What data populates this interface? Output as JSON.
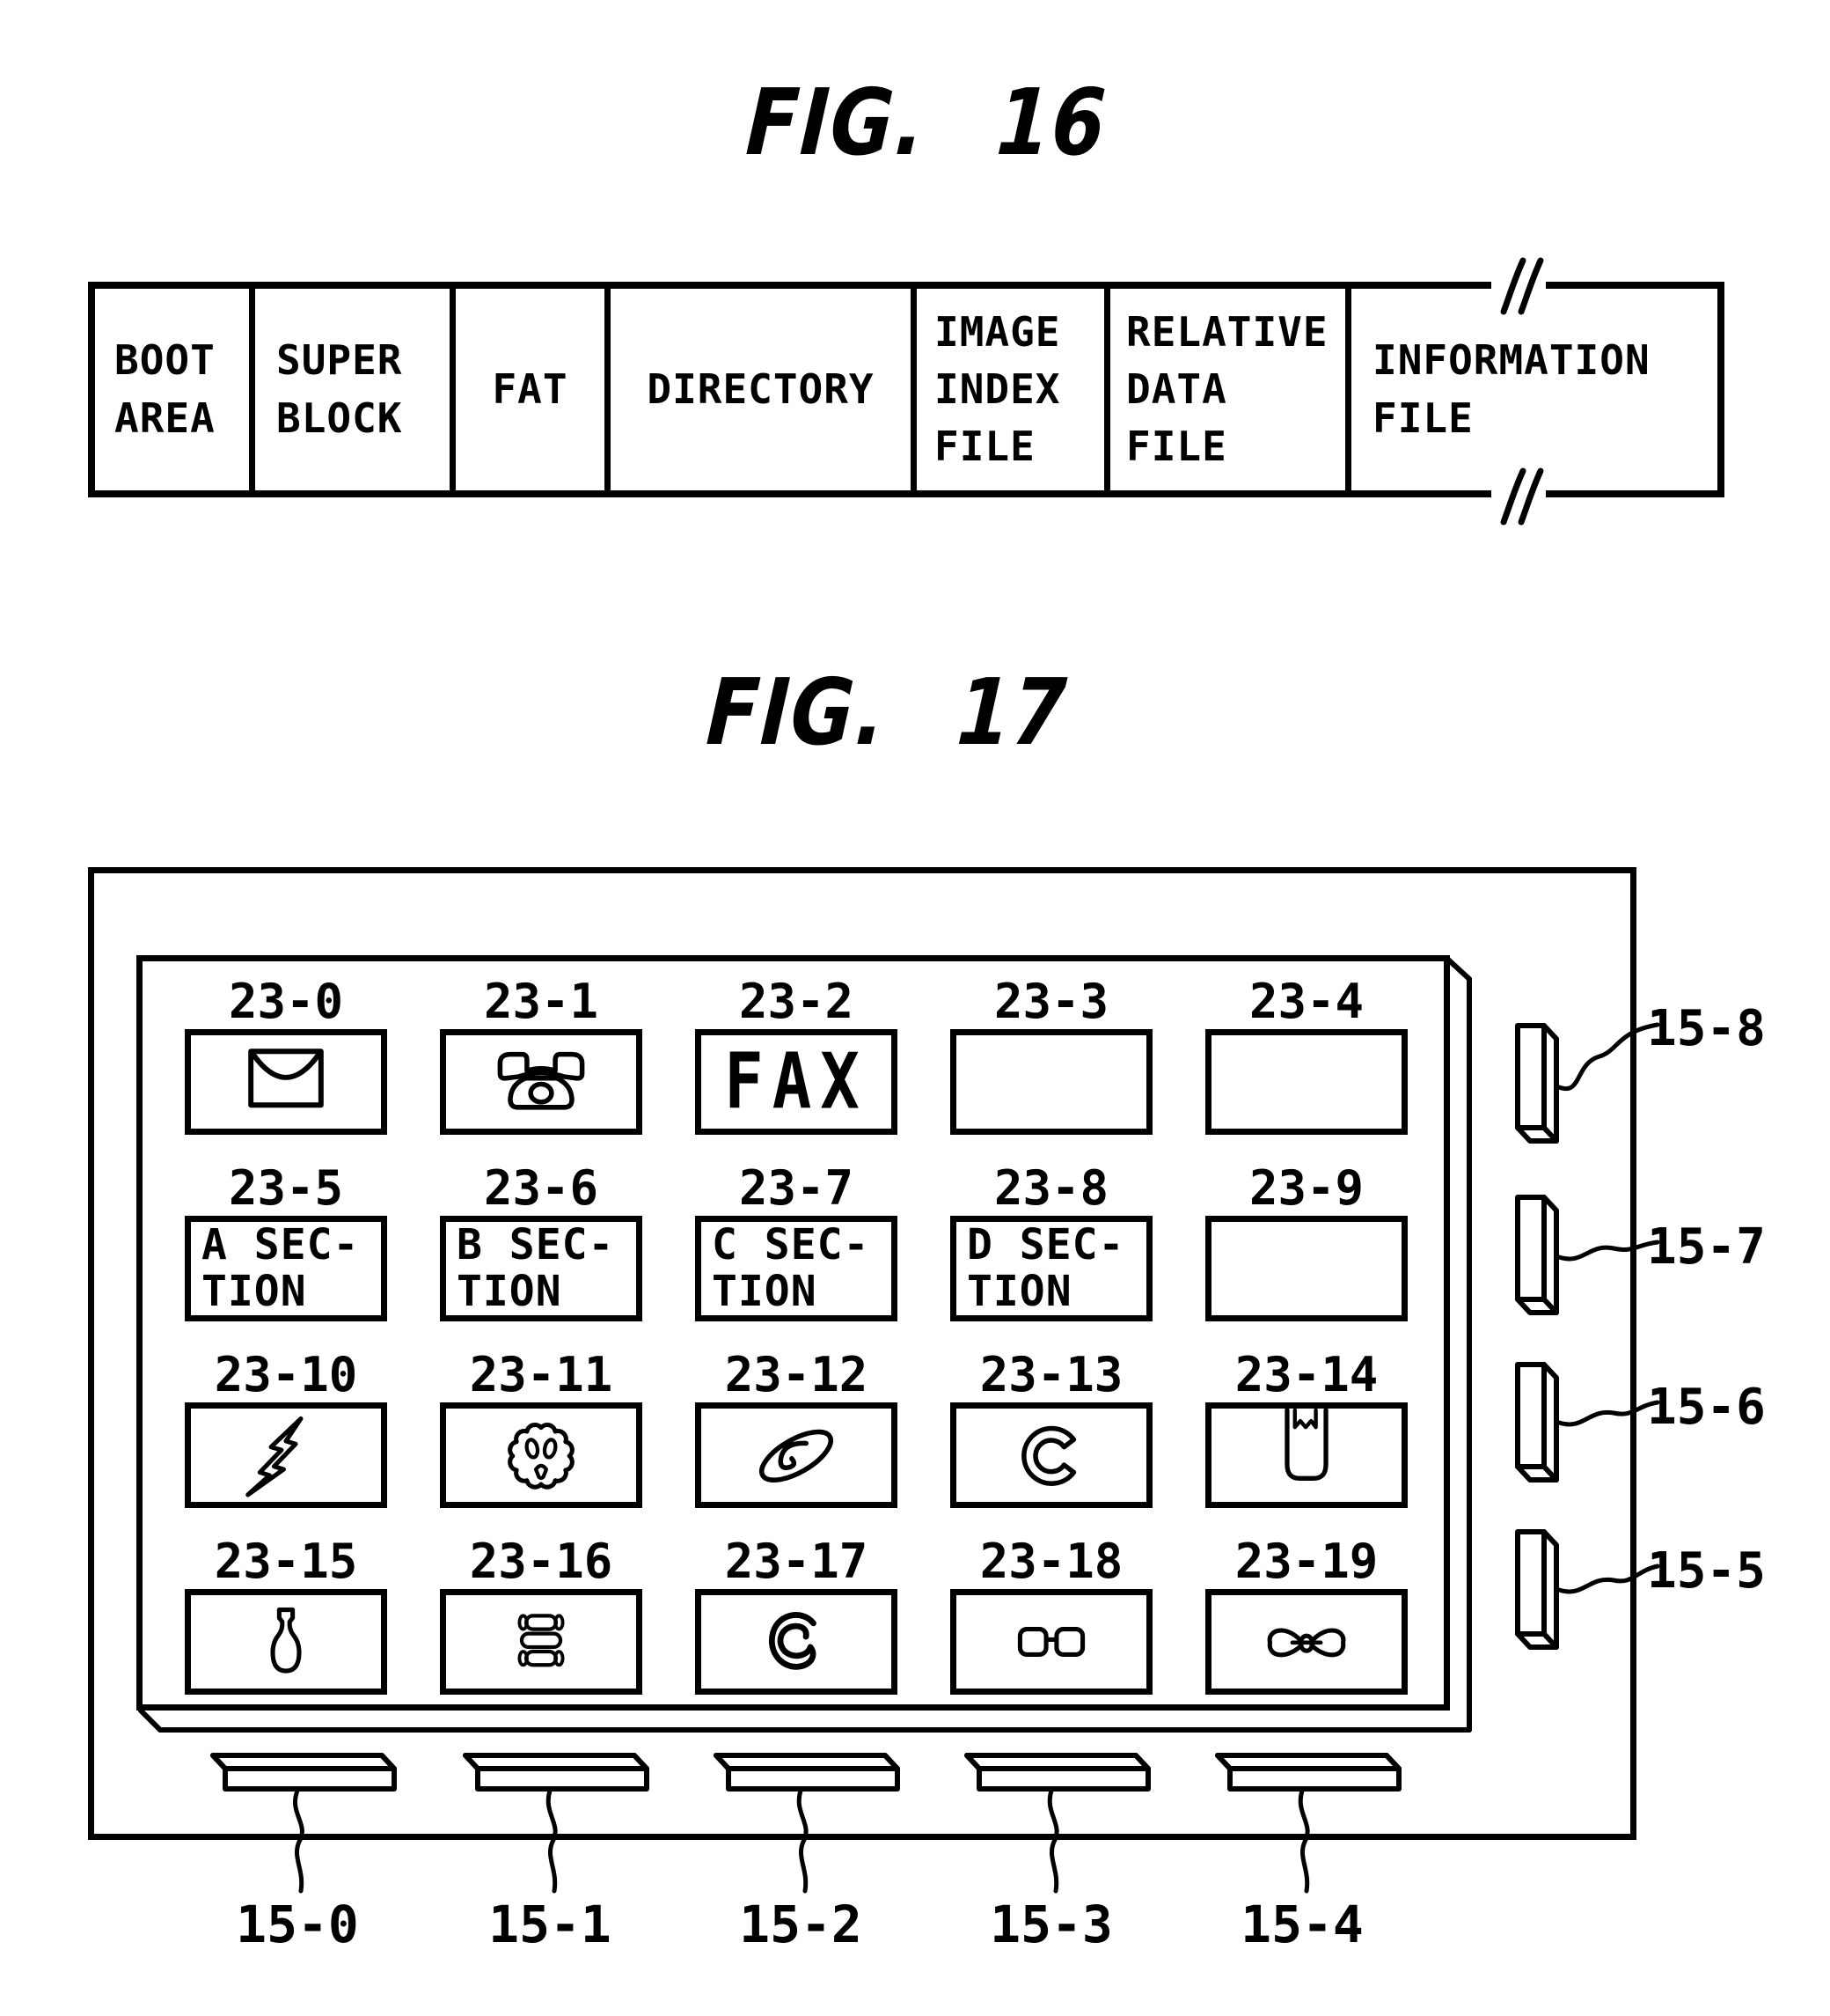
{
  "fig16": {
    "title": "FIG. 16",
    "segments": [
      {
        "label": "BOOT\nAREA"
      },
      {
        "label": "SUPER\nBLOCK"
      },
      {
        "label": "FAT"
      },
      {
        "label": "DIRECTORY"
      },
      {
        "label": "IMAGE\nINDEX\nFILE"
      },
      {
        "label": "RELATIVE\nDATA\nFILE"
      },
      {
        "label": "INFORMATION\nFILE"
      }
    ]
  },
  "fig17": {
    "title": "FIG. 17",
    "cells": [
      {
        "label": "23-0",
        "icon": "envelope-icon",
        "text": ""
      },
      {
        "label": "23-1",
        "icon": "telephone-icon",
        "text": ""
      },
      {
        "label": "23-2",
        "icon": "",
        "text": "FAX"
      },
      {
        "label": "23-3",
        "icon": "",
        "text": ""
      },
      {
        "label": "23-4",
        "icon": "",
        "text": ""
      },
      {
        "label": "23-5",
        "icon": "",
        "text": "A SEC-\nTION"
      },
      {
        "label": "23-6",
        "icon": "",
        "text": "B SEC-\nTION"
      },
      {
        "label": "23-7",
        "icon": "",
        "text": "C SEC-\nTION"
      },
      {
        "label": "23-8",
        "icon": "",
        "text": "D SEC-\nTION"
      },
      {
        "label": "23-9",
        "icon": "",
        "text": ""
      },
      {
        "label": "23-10",
        "icon": "lightning-icon",
        "text": ""
      },
      {
        "label": "23-11",
        "icon": "gear-icon",
        "text": ""
      },
      {
        "label": "23-12",
        "icon": "galaxy-icon",
        "text": ""
      },
      {
        "label": "23-13",
        "icon": "open-ring-icon",
        "text": ""
      },
      {
        "label": "23-14",
        "icon": "pouch-icon",
        "text": ""
      },
      {
        "label": "23-15",
        "icon": "vase-icon",
        "text": ""
      },
      {
        "label": "23-16",
        "icon": "scroll-stack-icon",
        "text": ""
      },
      {
        "label": "23-17",
        "icon": "spiral-icon",
        "text": ""
      },
      {
        "label": "23-18",
        "icon": "eyeglasses-icon",
        "text": ""
      },
      {
        "label": "23-19",
        "icon": "bow-icon",
        "text": ""
      }
    ],
    "side_buttons": [
      {
        "label": "15-8"
      },
      {
        "label": "15-7"
      },
      {
        "label": "15-6"
      },
      {
        "label": "15-5"
      }
    ],
    "bottom_buttons": [
      {
        "label": "15-0"
      },
      {
        "label": "15-1"
      },
      {
        "label": "15-2"
      },
      {
        "label": "15-3"
      },
      {
        "label": "15-4"
      }
    ]
  },
  "colors": {
    "ink": "#000000",
    "paper": "#ffffff"
  }
}
